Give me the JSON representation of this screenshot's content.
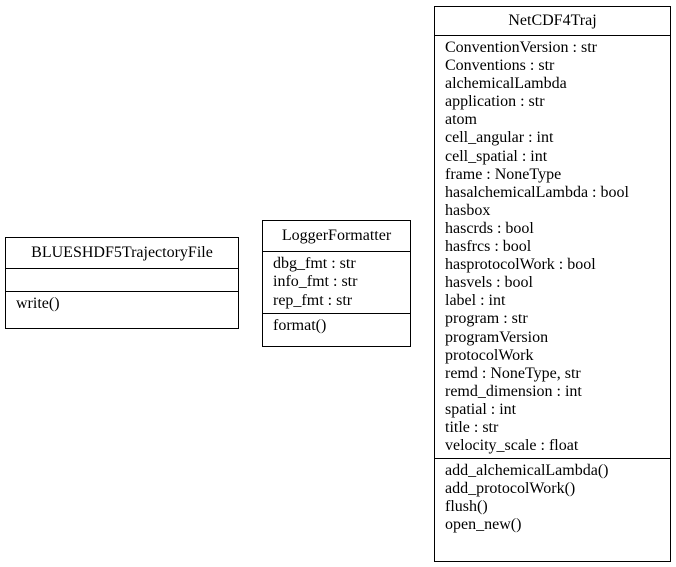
{
  "classes": {
    "blues": {
      "name": "BLUESHDF5TrajectoryFile",
      "attributes": [],
      "methods": [
        "write()"
      ]
    },
    "logger": {
      "name": "LoggerFormatter",
      "attributes": [
        "dbg_fmt : str",
        "info_fmt : str",
        "rep_fmt : str"
      ],
      "methods": [
        "format()"
      ]
    },
    "netcdf": {
      "name": "NetCDF4Traj",
      "attributes": [
        "ConventionVersion : str",
        "Conventions : str",
        "alchemicalLambda",
        "application : str",
        "atom",
        "cell_angular : int",
        "cell_spatial : int",
        "frame : NoneType",
        "hasalchemicalLambda : bool",
        "hasbox",
        "hascrds : bool",
        "hasfrcs : bool",
        "hasprotocolWork : bool",
        "hasvels : bool",
        "label : int",
        "program : str",
        "programVersion",
        "protocolWork",
        "remd : NoneType, str",
        "remd_dimension : int",
        "spatial : int",
        "title : str",
        "velocity_scale : float"
      ],
      "methods": [
        "add_alchemicalLambda()",
        "add_protocolWork()",
        "flush()",
        "open_new()"
      ]
    }
  }
}
